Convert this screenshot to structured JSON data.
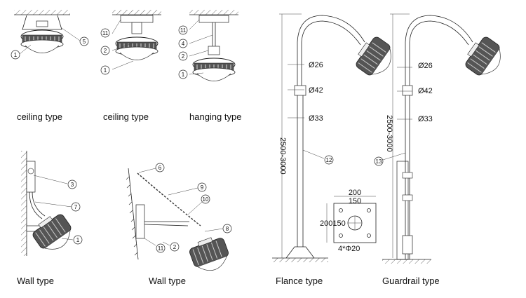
{
  "captions": {
    "ceiling1": "ceiling type",
    "ceiling2": "ceiling type",
    "hanging": "hanging type",
    "wall1": "Wall type",
    "wall2": "Wall type",
    "flance": "Flance type",
    "guardrail": "Guardrail type"
  },
  "callouts": {
    "c1_1": "1",
    "c1_5": "5",
    "c2_11": "11",
    "c2_2": "2",
    "c2_1": "1",
    "c3_11": "11",
    "c3_4": "4",
    "c3_2": "2",
    "c3_1": "1",
    "w1_3": "3",
    "w1_7": "7",
    "w1_1": "1",
    "w2_6": "6",
    "w2_9": "9",
    "w2_10": "10",
    "w2_8": "8",
    "w2_11": "11",
    "w2_2": "2",
    "p1_12": "12",
    "p2_13": "13"
  },
  "dimensions": {
    "pole1_d26": "Ø26",
    "pole1_d42": "Ø42",
    "pole1_d33": "Ø33",
    "pole1_height": "2500-3000",
    "pole2_d26": "Ø26",
    "pole2_d42": "Ø42",
    "pole2_d33": "Ø33",
    "pole2_height": "2500-3000",
    "flange_w200": "200",
    "flange_w150": "150",
    "flange_h": "200150",
    "flange_holes": "4*Φ20"
  }
}
